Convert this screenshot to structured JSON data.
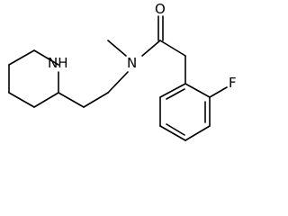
{
  "molecule": {
    "atoms": {
      "nh": "NH",
      "n": "N",
      "o": "O",
      "f": "F"
    },
    "colors": {
      "bond": "#000000",
      "label": "#000000",
      "background": "#ffffff"
    }
  }
}
